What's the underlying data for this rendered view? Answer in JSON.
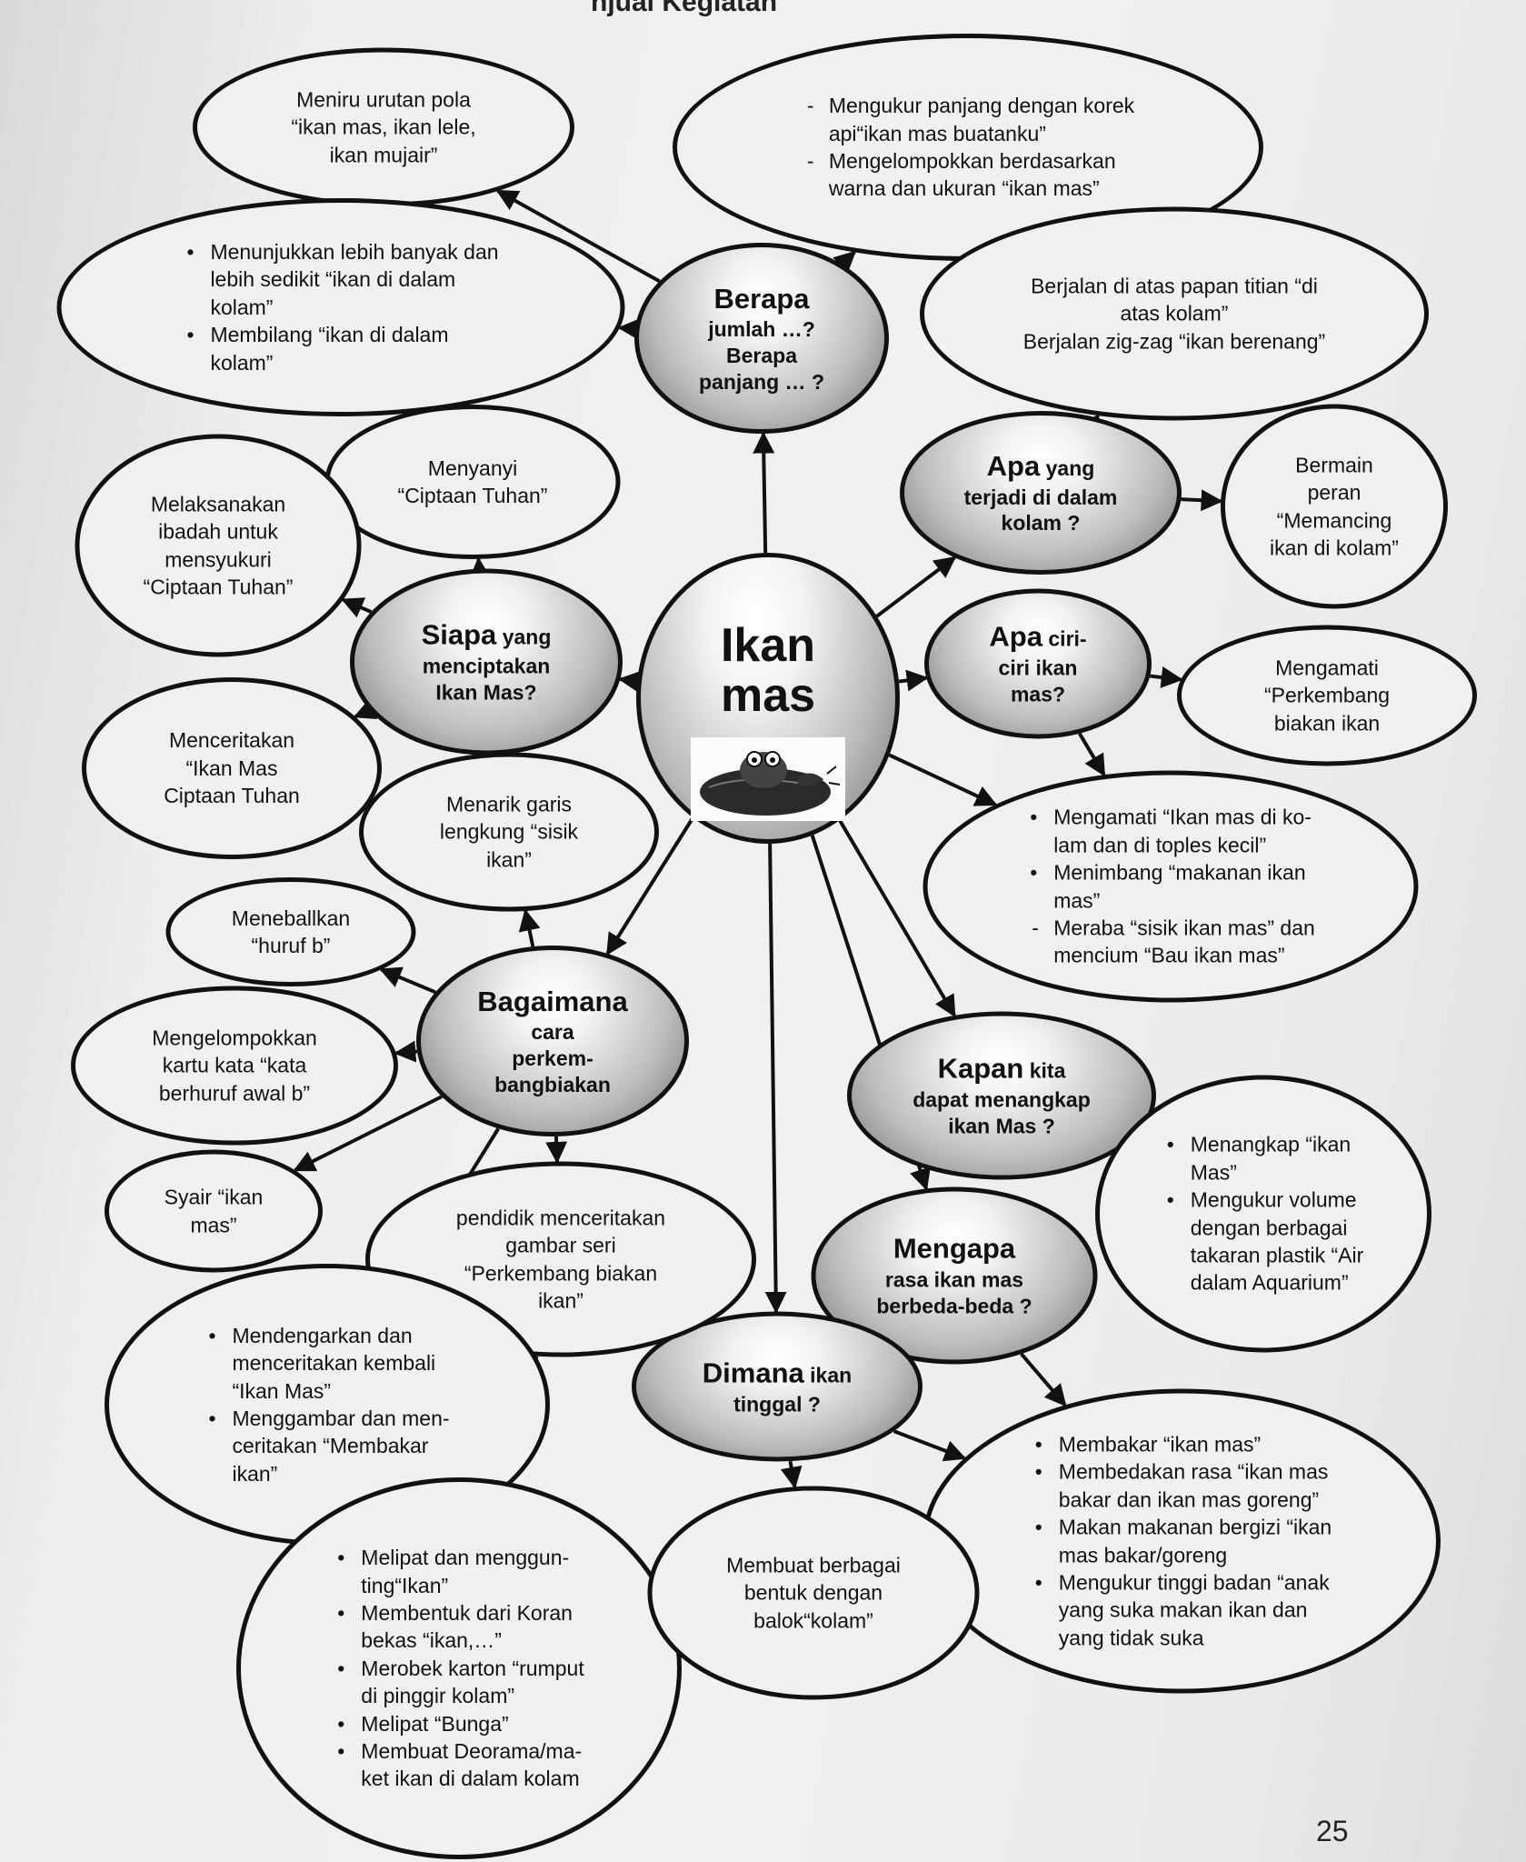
{
  "heading": "njuai Kegiatan",
  "page_number": "25",
  "hub": {
    "id": "ikan-mas",
    "lines": [
      "Ikan",
      "mas"
    ],
    "picture": "fish-on-lily-pad-icon"
  },
  "questions": [
    {
      "id": "berapa",
      "big": "Berapa",
      "lines": [
        "jumlah …?",
        "Berapa",
        "panjang … ?"
      ]
    },
    {
      "id": "apa-terjadi",
      "big": "Apa",
      "big_suffix": " yang",
      "lines": [
        "terjadi di dalam",
        "kolam ?"
      ]
    },
    {
      "id": "apa-ciri",
      "big": "Apa",
      "big_suffix": " ciri-",
      "lines": [
        "ciri ikan",
        "mas?"
      ]
    },
    {
      "id": "siapa",
      "big": "Siapa",
      "big_suffix": " yang",
      "lines": [
        "menciptakan",
        "Ikan Mas?"
      ]
    },
    {
      "id": "bagaimana",
      "big": "Bagaimana",
      "lines": [
        "cara",
        "perkem-",
        "bangbiakan"
      ]
    },
    {
      "id": "kapan",
      "big": "Kapan",
      "big_suffix": " kita",
      "lines": [
        "dapat menangkap",
        "ikan Mas ?"
      ]
    },
    {
      "id": "mengapa",
      "big": "Mengapa",
      "lines": [
        "rasa ikan mas",
        "berbeda-beda ?"
      ]
    },
    {
      "id": "dimana",
      "big": "Dimana",
      "big_suffix": " ikan",
      "lines": [
        "tinggal ?"
      ]
    }
  ],
  "activities": [
    {
      "id": "meniru",
      "lines": [
        "Meniru urutan pola",
        "“ikan mas, ikan lele,",
        "ikan mujair”"
      ]
    },
    {
      "id": "mengukur-korek",
      "style": "list",
      "items": [
        {
          "m": "dash",
          "t": "Mengukur panjang dengan korek"
        },
        {
          "m": "cont",
          "t": "api“ikan mas buatanku”"
        },
        {
          "m": "dash",
          "t": "Mengelompokkan berdasarkan"
        },
        {
          "m": "cont",
          "t": "warna dan ukuran “ikan mas”"
        }
      ]
    },
    {
      "id": "menunjukkan",
      "style": "list",
      "items": [
        {
          "m": "dot",
          "t": "Menunjukkan lebih banyak dan"
        },
        {
          "m": "cont",
          "t": "lebih sedikit “ikan di dalam"
        },
        {
          "m": "cont",
          "t": "kolam”"
        },
        {
          "m": "dot",
          "t": "Membilang “ikan di dalam"
        },
        {
          "m": "cont",
          "t": "kolam”"
        }
      ]
    },
    {
      "id": "berjalan",
      "lines": [
        "Berjalan di atas papan titian “di",
        "atas kolam”",
        "Berjalan zig-zag “ikan berenang”"
      ]
    },
    {
      "id": "menyanyi",
      "lines": [
        "Menyanyi",
        "“Ciptaan Tuhan”"
      ]
    },
    {
      "id": "melaksanakan",
      "lines": [
        "Melaksanakan",
        "ibadah untuk",
        "mensyukuri",
        "“Ciptaan Tuhan”"
      ]
    },
    {
      "id": "bermain-peran",
      "lines": [
        "Bermain",
        "peran",
        "“Memancing",
        "ikan di kolam”"
      ]
    },
    {
      "id": "mengamati-perkembang",
      "lines": [
        "Mengamati",
        "“Perkembang",
        "biakan ikan"
      ]
    },
    {
      "id": "menceritakan-ciptaan",
      "lines": [
        "Menceritakan",
        "“Ikan Mas",
        "Ciptaan Tuhan"
      ]
    },
    {
      "id": "menarik-garis",
      "lines": [
        "Menarik garis",
        "lengkung “sisik",
        "ikan”"
      ]
    },
    {
      "id": "mengamati-toples",
      "style": "list",
      "items": [
        {
          "m": "dot",
          "t": "Mengamati “Ikan mas di ko-"
        },
        {
          "m": "cont",
          "t": "lam dan di toples kecil”"
        },
        {
          "m": "dot",
          "t": "Menimbang “makanan ikan"
        },
        {
          "m": "cont",
          "t": "mas”"
        },
        {
          "m": "dash",
          "t": "Meraba “sisik ikan mas” dan"
        },
        {
          "m": "cont",
          "t": "mencium “Bau ikan mas”"
        }
      ]
    },
    {
      "id": "menebalkan",
      "lines": [
        "Meneballkan",
        "“huruf b”"
      ]
    },
    {
      "id": "mengelompokkan-kartu",
      "lines": [
        "Mengelompokkan",
        "kartu kata “kata",
        "berhuruf awal b”"
      ]
    },
    {
      "id": "syair",
      "lines": [
        "Syair “ikan",
        "mas”"
      ]
    },
    {
      "id": "pendidik",
      "lines": [
        "pendidik menceritakan",
        "gambar seri",
        "“Perkembang biakan",
        "ikan”"
      ]
    },
    {
      "id": "menangkap",
      "style": "list",
      "items": [
        {
          "m": "dot",
          "t": "Menangkap “ikan"
        },
        {
          "m": "cont",
          "t": "Mas”"
        },
        {
          "m": "dot",
          "t": "Mengukur volume"
        },
        {
          "m": "cont",
          "t": "dengan berbagai"
        },
        {
          "m": "cont",
          "t": "takaran plastik “Air"
        },
        {
          "m": "cont",
          "t": "dalam Aquarium”"
        }
      ]
    },
    {
      "id": "mendengarkan",
      "style": "list",
      "items": [
        {
          "m": "dot",
          "t": "Mendengarkan dan"
        },
        {
          "m": "cont",
          "t": "menceritakan kembali"
        },
        {
          "m": "cont",
          "t": "“Ikan Mas”"
        },
        {
          "m": "dot",
          "t": "Menggambar dan men-"
        },
        {
          "m": "cont",
          "t": "ceritakan “Membakar"
        },
        {
          "m": "cont",
          "t": "ikan”"
        }
      ]
    },
    {
      "id": "membakar",
      "style": "list",
      "items": [
        {
          "m": "dot",
          "t": "Membakar “ikan mas”"
        },
        {
          "m": "dot",
          "t": "Membedakan  rasa “ikan mas"
        },
        {
          "m": "cont",
          "t": "bakar dan ikan mas goreng”"
        },
        {
          "m": "dot",
          "t": "Makan makanan bergizi “ikan"
        },
        {
          "m": "cont",
          "t": "mas bakar/goreng"
        },
        {
          "m": "dot",
          "t": "Mengukur tinggi badan “anak"
        },
        {
          "m": "cont",
          "t": "yang suka makan ikan dan"
        },
        {
          "m": "cont",
          "t": "yang tidak suka"
        }
      ]
    },
    {
      "id": "melipat",
      "style": "list",
      "items": [
        {
          "m": "dot",
          "t": "Melipat dan menggun-"
        },
        {
          "m": "cont",
          "t": "ting“Ikan”"
        },
        {
          "m": "dot",
          "t": "Membentuk dari Koran"
        },
        {
          "m": "cont",
          "t": "bekas “ikan,…”"
        },
        {
          "m": "dot",
          "t": "Merobek karton “rumput"
        },
        {
          "m": "cont",
          "t": "di pinggir kolam”"
        },
        {
          "m": "dot",
          "t": "Melipat “Bunga”"
        },
        {
          "m": "dot",
          "t": "Membuat Deorama/ma-"
        },
        {
          "m": "cont",
          "t": "ket  ikan di dalam kolam"
        }
      ]
    },
    {
      "id": "membuat-balok",
      "lines": [
        "Membuat berbagai",
        "bentuk dengan",
        "balok“kolam”"
      ]
    }
  ],
  "connections": [
    {
      "from": "ikan-mas",
      "to": "berapa"
    },
    {
      "from": "ikan-mas",
      "to": "apa-terjadi"
    },
    {
      "from": "ikan-mas",
      "to": "apa-ciri"
    },
    {
      "from": "ikan-mas",
      "to": "siapa"
    },
    {
      "from": "ikan-mas",
      "to": "bagaimana"
    },
    {
      "from": "ikan-mas",
      "to": "kapan"
    },
    {
      "from": "ikan-mas",
      "to": "mengapa"
    },
    {
      "from": "ikan-mas",
      "to": "dimana"
    },
    {
      "from": "ikan-mas",
      "to": "mengamati-toples"
    },
    {
      "from": "berapa",
      "to": "meniru"
    },
    {
      "from": "berapa",
      "to": "mengukur-korek"
    },
    {
      "from": "berapa",
      "to": "menunjukkan"
    },
    {
      "from": "apa-terjadi",
      "to": "berjalan"
    },
    {
      "from": "apa-terjadi",
      "to": "bermain-peran"
    },
    {
      "from": "apa-ciri",
      "to": "mengamati-perkembang"
    },
    {
      "from": "apa-ciri",
      "to": "mengamati-toples"
    },
    {
      "from": "siapa",
      "to": "menyanyi"
    },
    {
      "from": "siapa",
      "to": "melaksanakan"
    },
    {
      "from": "siapa",
      "to": "menceritakan-ciptaan"
    },
    {
      "from": "bagaimana",
      "to": "menarik-garis"
    },
    {
      "from": "bagaimana",
      "to": "menebalkan"
    },
    {
      "from": "bagaimana",
      "to": "mengelompokkan-kartu"
    },
    {
      "from": "bagaimana",
      "to": "syair"
    },
    {
      "from": "bagaimana",
      "to": "pendidik"
    },
    {
      "from": "bagaimana",
      "to": "mendengarkan"
    },
    {
      "from": "kapan",
      "to": "menangkap"
    },
    {
      "from": "mengapa",
      "to": "membakar"
    },
    {
      "from": "dimana",
      "to": "membuat-balok"
    },
    {
      "from": "dimana",
      "to": "membakar"
    },
    {
      "from": "pendidik",
      "to": "melipat"
    }
  ]
}
